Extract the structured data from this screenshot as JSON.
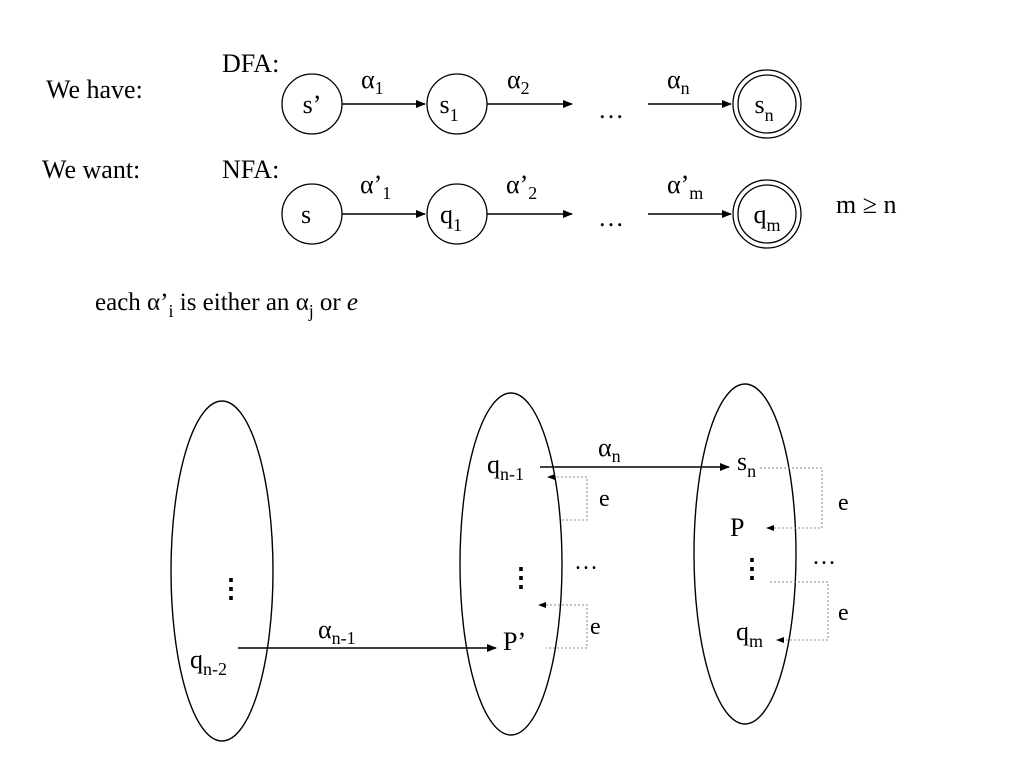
{
  "labels": {
    "we_have": "We have:",
    "we_want": "We want:",
    "dfa": "DFA:",
    "nfa": "NFA:",
    "constraint": "m ≥ n",
    "ellipsis": "…"
  },
  "dfa": {
    "states": [
      {
        "name": "s’",
        "sub": ""
      },
      {
        "name": "s",
        "sub": "1"
      },
      {
        "name": "s",
        "sub": "n"
      }
    ],
    "transitions": [
      {
        "base": "α",
        "sub": "1"
      },
      {
        "base": "α",
        "sub": "2"
      },
      {
        "base": "α",
        "sub": "n"
      }
    ]
  },
  "nfa": {
    "states": [
      {
        "name": "s",
        "sub": ""
      },
      {
        "name": "q",
        "sub": "1"
      },
      {
        "name": "q",
        "sub": "m"
      }
    ],
    "transitions": [
      {
        "base": "α’",
        "sub": "1"
      },
      {
        "base": "α’",
        "sub": "2"
      },
      {
        "base": "α’",
        "sub": "m"
      }
    ]
  },
  "note": {
    "text1": "each ",
    "alpha_prime": "α’",
    "sub_i": "i",
    "text2": " is either an ",
    "alpha": "α",
    "sub_j": "j",
    "text3": "or ",
    "e": "e"
  },
  "bottom": {
    "left_node": {
      "name": "q",
      "sub": "n-2"
    },
    "mid_top": {
      "name": "q",
      "sub": "n-1"
    },
    "mid_bottom": "P’",
    "right_top": {
      "name": "s",
      "sub": "n"
    },
    "right_mid": "P",
    "right_bottom": {
      "name": "q",
      "sub": "m"
    },
    "alpha_n": {
      "base": "α",
      "sub": "n"
    },
    "alpha_n1": {
      "base": "α",
      "sub": "n-1"
    },
    "e_label": "e",
    "ellipsis": "…",
    "vdots": "⋮"
  }
}
